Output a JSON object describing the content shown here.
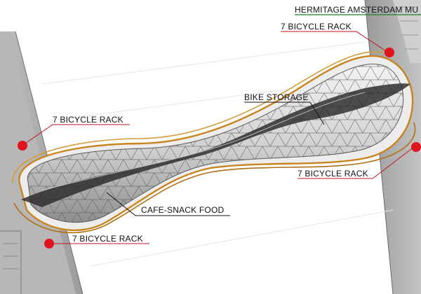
{
  "labels": {
    "museum": "HERMITAGE AMSTERDAM MU",
    "rack_top_right": "7 BICYCLE RACK",
    "bike_storage": "BIKE STORAGE",
    "rack_left": "7 BICYCLE RACK",
    "rack_right": "7 BICYCLE RACK",
    "cafe": "CAFE-SNACK FOOD",
    "rack_bottom_left": "7 BICYCLE RACK"
  },
  "colors": {
    "marker": "#e0141e",
    "leader_red": "#c0141e",
    "underline_green": "#1e7a2e",
    "frame_orange": "#c8841e",
    "building_gray": "#a9a9a9",
    "canopy_dark": "#2a2a2a"
  }
}
